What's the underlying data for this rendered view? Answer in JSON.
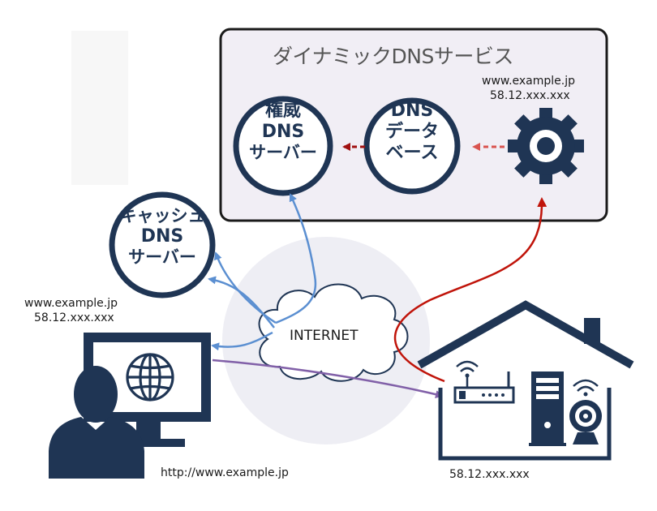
{
  "service_box": {
    "title": "ダイナミックDNSサービス",
    "url": "www.example.jp",
    "ip": "58.12.xxx.xxx"
  },
  "nodes": {
    "authoritative_dns": [
      "権威",
      "DNS",
      "サーバー"
    ],
    "dns_database": [
      "DNS",
      "データ",
      "ベース"
    ],
    "cache_dns": [
      "キャッシュ",
      "DNS",
      "サーバー"
    ]
  },
  "client": {
    "url": "www.example.jp",
    "ip": "58.12.xxx.xxx",
    "address_url": "http://www.example.jp"
  },
  "internet_label": "INTERNET",
  "home": {
    "ip": "58.12.xxx.xxx"
  },
  "colors": {
    "navy": "#1f3554",
    "blue_arrow": "#5b8fd1",
    "red_arrow": "#c0140a",
    "dashed_red": "#d9534f",
    "purple_arrow": "#8160a8",
    "box_fill": "#f1eef5",
    "internet_halo": "#eeeef4"
  },
  "icons": [
    "gear-icon",
    "globe-icon",
    "person-icon",
    "monitor-icon",
    "house-icon",
    "router-icon",
    "server-tower-icon",
    "camera-icon",
    "cloud-icon"
  ]
}
